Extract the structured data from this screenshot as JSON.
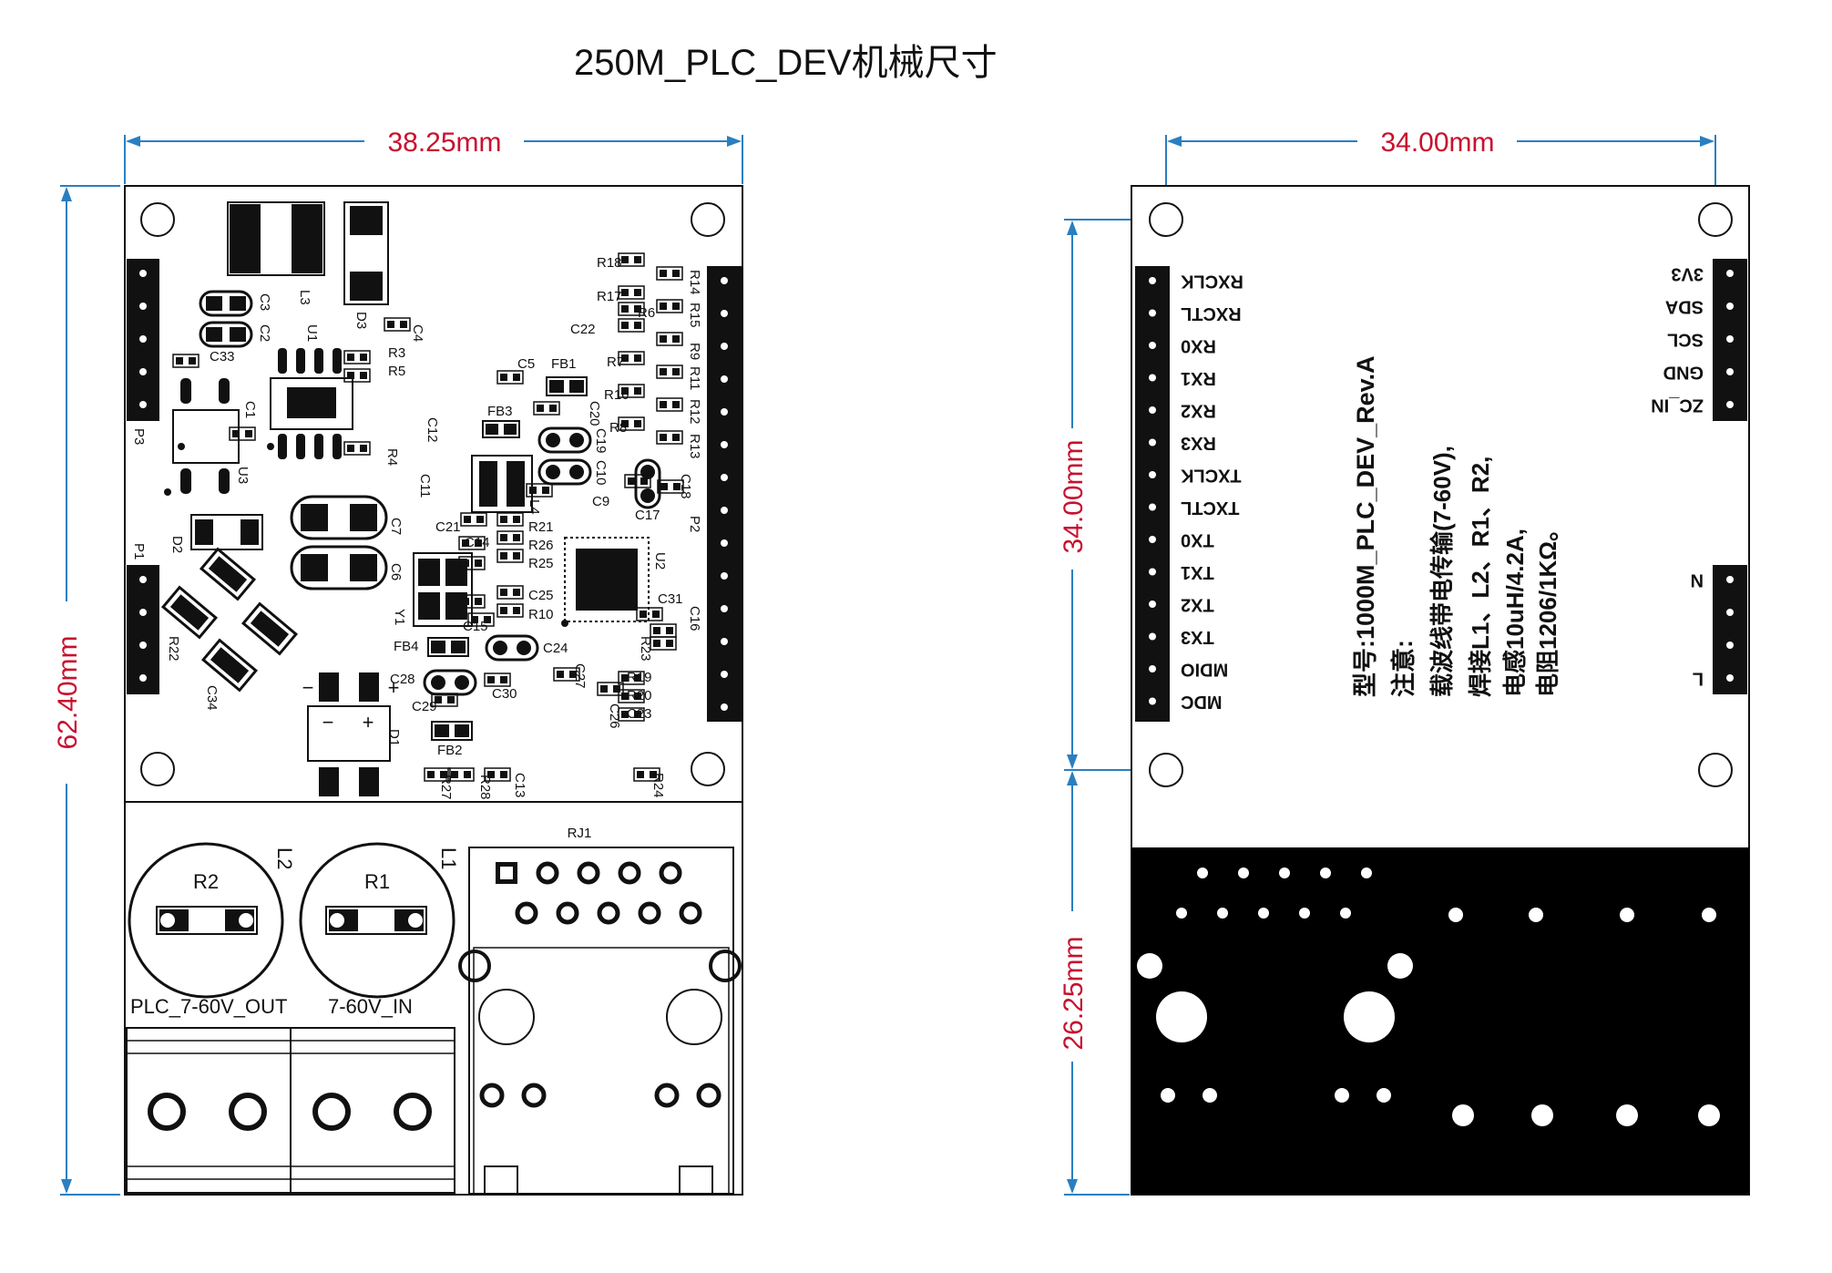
{
  "title": "250M_PLC_DEV机械尺寸",
  "left_board": {
    "dims": {
      "width": "38.25mm",
      "height": "62.40mm"
    },
    "component_labels": [
      "R18",
      "R17",
      "R6",
      "C22",
      "R7",
      "R16",
      "R8",
      "C5",
      "FB1",
      "FB3",
      "C20",
      "C19",
      "C10",
      "C12",
      "C11",
      "L4",
      "C9",
      "C17",
      "C18",
      "C21",
      "R21",
      "R26",
      "R25",
      "C14",
      "C25",
      "R10",
      "C15",
      "C24",
      "C31",
      "C16",
      "R23",
      "FB4",
      "C28",
      "C29",
      "C30",
      "C27",
      "R19",
      "R20",
      "C23",
      "C26",
      "FB2",
      "R27",
      "R28",
      "C13",
      "R24",
      "C3",
      "C2",
      "L3",
      "U1",
      "D3",
      "C4",
      "C33",
      "R3",
      "R5",
      "C1",
      "U3",
      "R4",
      "C7",
      "C6",
      "D2",
      "Y1",
      "R22",
      "C34",
      "D1",
      "U2",
      "P1",
      "P2",
      "P3",
      "R14",
      "R15",
      "R9",
      "R11",
      "R12",
      "R13"
    ],
    "terminal_labels": {
      "r2": "R2",
      "r1": "R1",
      "l2": "L2",
      "l1": "L1",
      "rj1": "RJ1",
      "out": "PLC_7-60V_OUT",
      "in": "7-60V_IN"
    },
    "diode_polarity": {
      "minus": "−",
      "plus": "+"
    }
  },
  "right_board": {
    "dims": {
      "width": "34.00mm",
      "upper_height": "34.00mm",
      "lower_height": "26.25mm"
    },
    "left_pins": [
      "RXCLK",
      "RXCTL",
      "RX0",
      "RX1",
      "RX2",
      "RX3",
      "TXCLK",
      "TXCTL",
      "TX0",
      "TX1",
      "TX2",
      "TX3",
      "MDIO",
      "MDC"
    ],
    "right_pins": [
      "3V3",
      "SDA",
      "SCL",
      "GND",
      "ZC_IN"
    ],
    "ac_pins": [
      "N",
      "L"
    ],
    "model": "型号:1000M_PLC_DEV_Rev.A",
    "notes": [
      "注意:",
      "载波线带电传输(7-60V),",
      "焊接L1、L2、R1、R2,",
      "电感10uH/4.2A,",
      "电阻1206/1KΩ。"
    ]
  },
  "colors": {
    "dimension_text": "#c8102e",
    "dimension_line": "#2a7fc0",
    "silkscreen": "#111111",
    "board": "#ffffff"
  }
}
